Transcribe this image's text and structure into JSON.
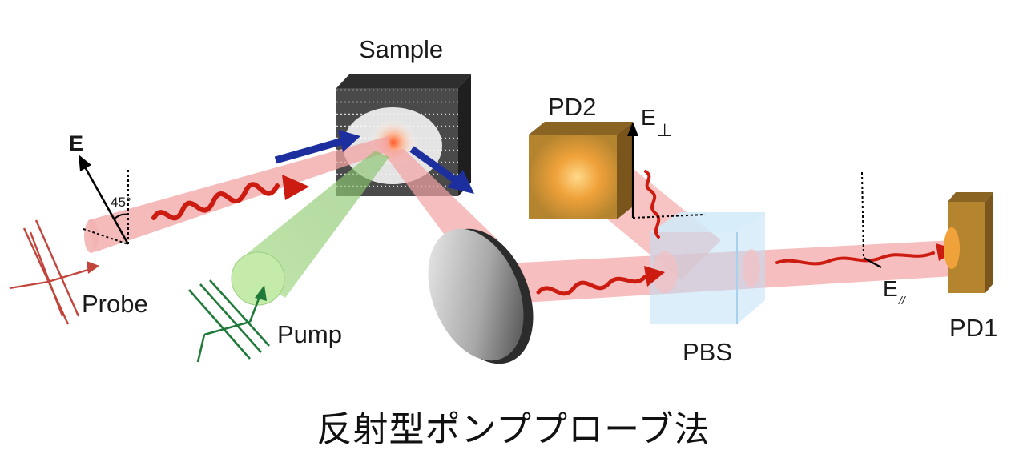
{
  "labels": {
    "sample": "Sample",
    "probe": "Probe",
    "pump": "Pump",
    "pd1": "PD1",
    "pd2": "PD2",
    "pbs": "PBS",
    "e_field": "E",
    "e_perp": "E",
    "e_perp_sub": "⊥",
    "e_para": "E",
    "e_para_sub": "//",
    "angle": "45°"
  },
  "caption": "反射型ポンププローブ法",
  "colors": {
    "probe_beam": "#f2a3a3",
    "pump_beam": "#a9d98e",
    "wave": "#cc1b10",
    "pump_pulse": "#1f7a3a",
    "probe_pulse": "#c2453c",
    "arrow_blue": "#1d2f9e",
    "detector": "#b5842f",
    "pbs": "#bfe0f5"
  }
}
